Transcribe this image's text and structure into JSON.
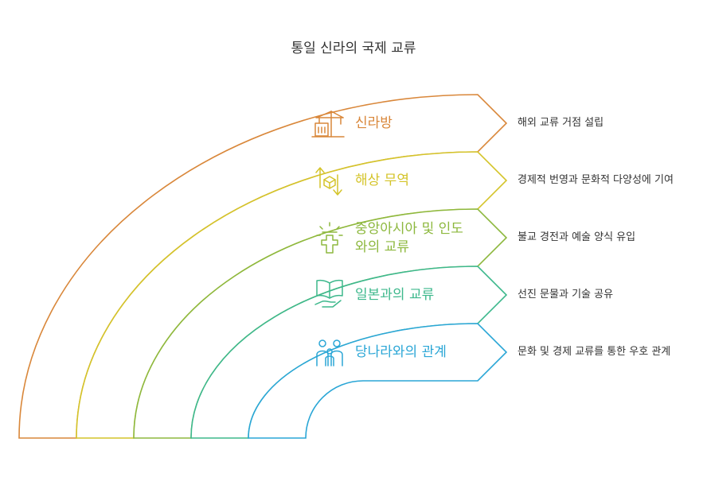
{
  "title": "통일 신라의 국제 교류",
  "layers": [
    {
      "label": "신라방",
      "description": "해외 교류 거점 설립",
      "color": "#D9873A",
      "icon": "port-crane-icon"
    },
    {
      "label": "해상 무역",
      "description": "경제적 번영과 문화적 다양성에 기여",
      "color": "#D4C42A",
      "icon": "cargo-exchange-icon"
    },
    {
      "label": "중앙아시아 및 인도 와의 교류",
      "label_lines": [
        "중앙아시아 및 인도",
        "와의 교류"
      ],
      "description": "불교 경전과 예술 양식 유입",
      "color": "#8DB83E",
      "icon": "buddhist-symbol-icon"
    },
    {
      "label": "일본과의 교류",
      "description": "선진 문물과 기술 공유",
      "color": "#3DB88C",
      "icon": "open-book-hand-icon"
    },
    {
      "label": "당나라와의 관계",
      "description": "문화 및 경제 교류를 통한 우호 관계",
      "color": "#2AA6D6",
      "icon": "people-group-icon"
    }
  ]
}
